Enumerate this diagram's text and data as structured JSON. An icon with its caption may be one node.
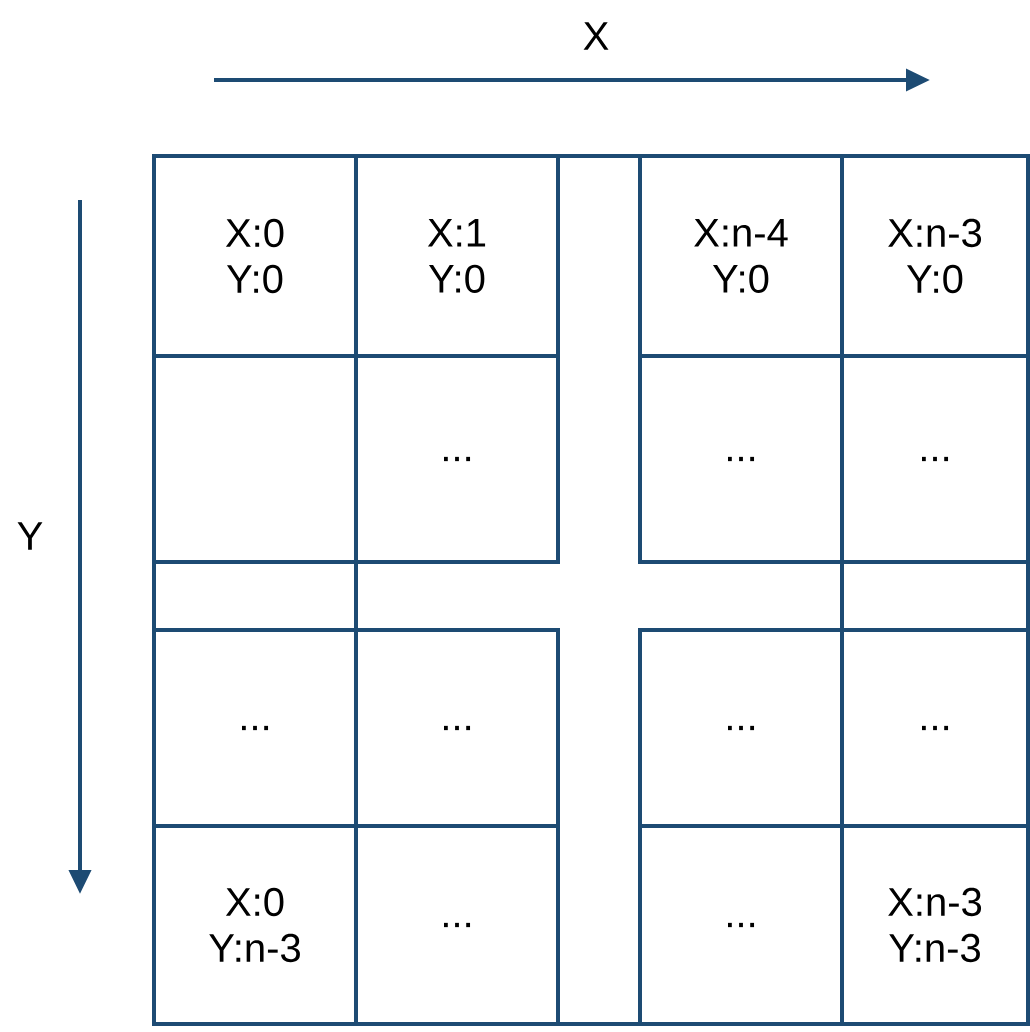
{
  "diagram": {
    "nodes": [
      {
        "text": [
          "X:0 Y:0"
        ]
      },
      {
        "text": [
          "X:1 Y:0"
        ]
      },
      {
        "text": [
          "X:n-4 Y:0"
        ]
      },
      {
        "text": [
          "X:n-3 Y:0"
        ]
      },
      {
        "text": [],
        "shape": "box"
      },
      {
        "text": [
          "..."
        ]
      },
      {
        "text": [
          "..."
        ]
      },
      {
        "text": [
          "..."
        ]
      },
      {
        "text": [
          "..."
        ]
      },
      {
        "text": [
          "..."
        ]
      },
      {
        "text": [
          "..."
        ]
      },
      {
        "text": [
          "..."
        ]
      },
      {
        "text": [
          "X:0 Y:n-3"
        ]
      },
      {
        "text": [
          "..."
        ]
      },
      {
        "text": [
          "..."
        ]
      },
      {
        "text": [
          "X:n-3 Y:n-3"
        ]
      }
    ],
    "labels": [
      "X",
      "Y"
    ]
  }
}
